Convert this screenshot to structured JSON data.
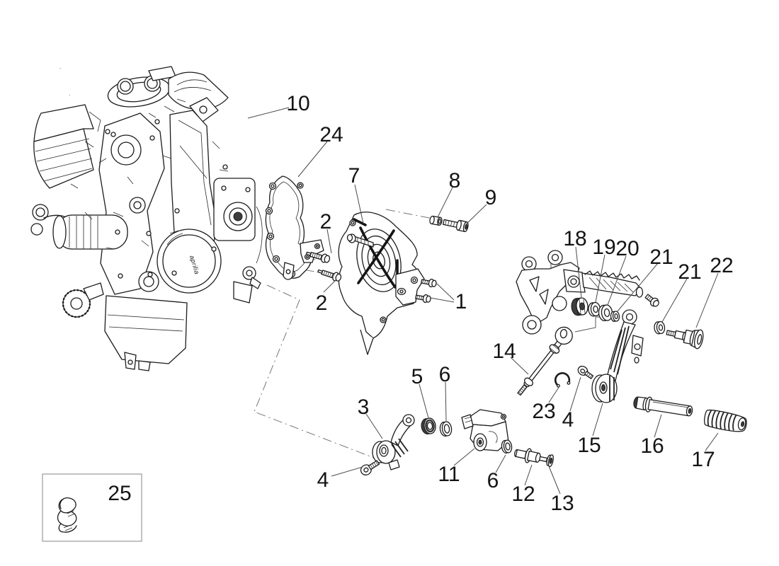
{
  "diagram": {
    "type": "exploded-parts-diagram",
    "subject": "engine and gear lever assembly parts drawing",
    "background": "#ffffff",
    "line_color": "#1c1c1c",
    "callout_color": "#141414",
    "brand_logo_text": "aprilia",
    "inset_box": {
      "label": "25"
    },
    "callouts": [
      {
        "part": "engine-assembly",
        "label": "10"
      },
      {
        "part": "gasket",
        "label": "24"
      },
      {
        "part": "sprocket-cover",
        "label": "7"
      },
      {
        "part": "spacer-bushing",
        "label": "8"
      },
      {
        "part": "bolt",
        "label": "9"
      },
      {
        "part": "stud-bolt-upper",
        "label": "2"
      },
      {
        "part": "stud-bolt-lower",
        "label": "2"
      },
      {
        "part": "cover-bolts",
        "label": "1"
      },
      {
        "part": "nut",
        "label": "18"
      },
      {
        "part": "washer",
        "label": "19"
      },
      {
        "part": "washer",
        "label": "20"
      },
      {
        "part": "washer",
        "label": "21"
      },
      {
        "part": "washer",
        "label": "21"
      },
      {
        "part": "pivot-bolt",
        "label": "22"
      },
      {
        "part": "linkage-rod",
        "label": "14"
      },
      {
        "part": "circlip",
        "label": "23"
      },
      {
        "part": "screw",
        "label": "4"
      },
      {
        "part": "gear-lever",
        "label": "15"
      },
      {
        "part": "footpeg-pin",
        "label": "16"
      },
      {
        "part": "footpeg-rubber",
        "label": "17"
      },
      {
        "part": "shift-arm",
        "label": "3"
      },
      {
        "part": "bearing",
        "label": "5"
      },
      {
        "part": "washer",
        "label": "6"
      },
      {
        "part": "screw",
        "label": "4"
      },
      {
        "part": "gear-sensor",
        "label": "11"
      },
      {
        "part": "washer",
        "label": "6"
      },
      {
        "part": "spacer-pin",
        "label": "12"
      },
      {
        "part": "screw",
        "label": "13"
      },
      {
        "part": "clip-inset",
        "label": "25"
      }
    ]
  }
}
